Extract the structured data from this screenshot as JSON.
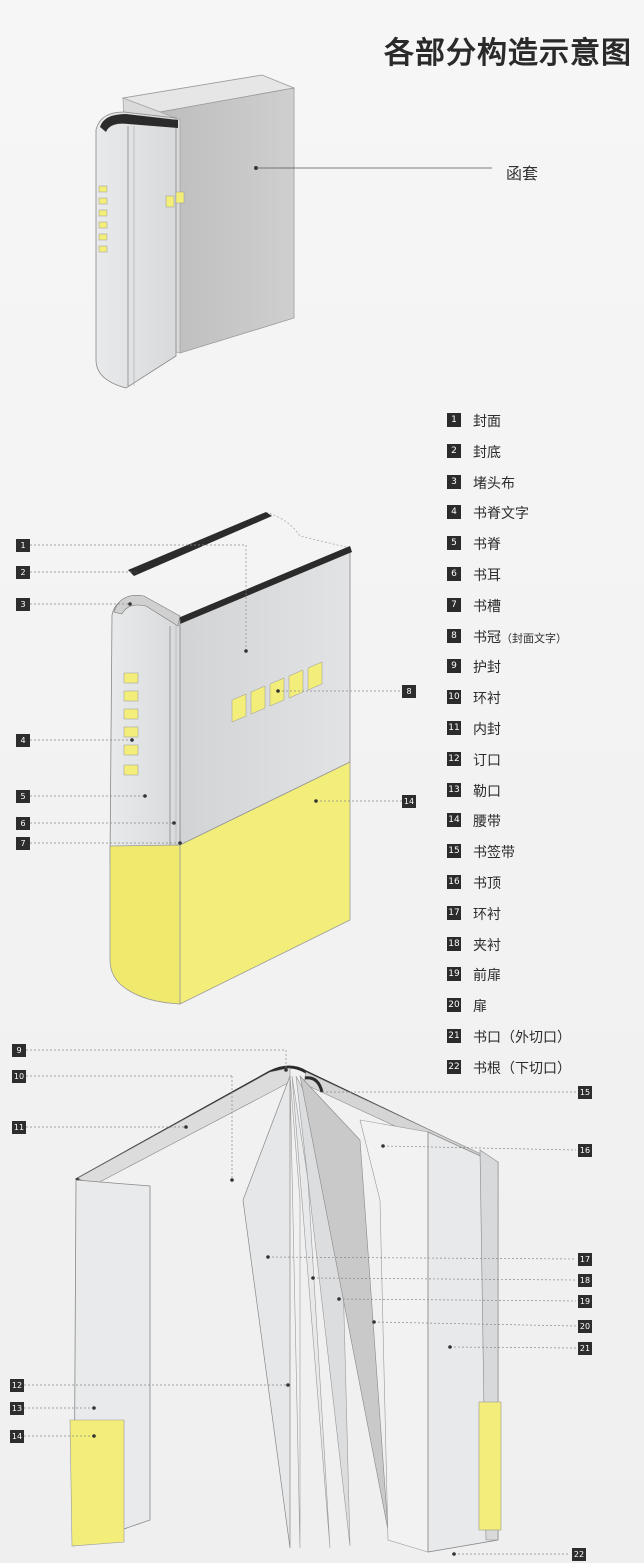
{
  "title": "各部分构造示意图",
  "case_label": "函套",
  "legend": [
    {
      "num": "1",
      "label": "封面"
    },
    {
      "num": "2",
      "label": "封底"
    },
    {
      "num": "3",
      "label": "堵头布"
    },
    {
      "num": "4",
      "label": "书脊文字"
    },
    {
      "num": "5",
      "label": "书脊"
    },
    {
      "num": "6",
      "label": "书耳"
    },
    {
      "num": "7",
      "label": "书槽"
    },
    {
      "num": "8",
      "label": "书冠",
      "note": "（封面文字）"
    },
    {
      "num": "9",
      "label": "护封"
    },
    {
      "num": "10",
      "label": "环衬"
    },
    {
      "num": "11",
      "label": "内封"
    },
    {
      "num": "12",
      "label": "订口"
    },
    {
      "num": "13",
      "label": "勒口"
    },
    {
      "num": "14",
      "label": "腰带"
    },
    {
      "num": "15",
      "label": "书签带"
    },
    {
      "num": "16",
      "label": "书顶"
    },
    {
      "num": "17",
      "label": "环衬"
    },
    {
      "num": "18",
      "label": "夹衬"
    },
    {
      "num": "19",
      "label": "前扉"
    },
    {
      "num": "20",
      "label": "扉"
    },
    {
      "num": "21",
      "label": "书口（外切口）"
    },
    {
      "num": "22",
      "label": "书根（下切口）"
    }
  ],
  "callouts": {
    "c1": "1",
    "c2": "2",
    "c3": "3",
    "c4": "4",
    "c5": "5",
    "c6": "6",
    "c7": "7",
    "c8": "8",
    "c14a": "14",
    "c9": "9",
    "c10": "10",
    "c11": "11",
    "c12": "12",
    "c13": "13",
    "c14b": "14",
    "c15": "15",
    "c16": "16",
    "c17": "17",
    "c18": "18",
    "c19": "19",
    "c20": "20",
    "c21": "21",
    "c22": "22"
  },
  "colors": {
    "yellow": "#f3ee79",
    "dark": "#2b2b2b",
    "gray_panel": "#c9c9c9",
    "light_panel": "#e4e5e6"
  }
}
